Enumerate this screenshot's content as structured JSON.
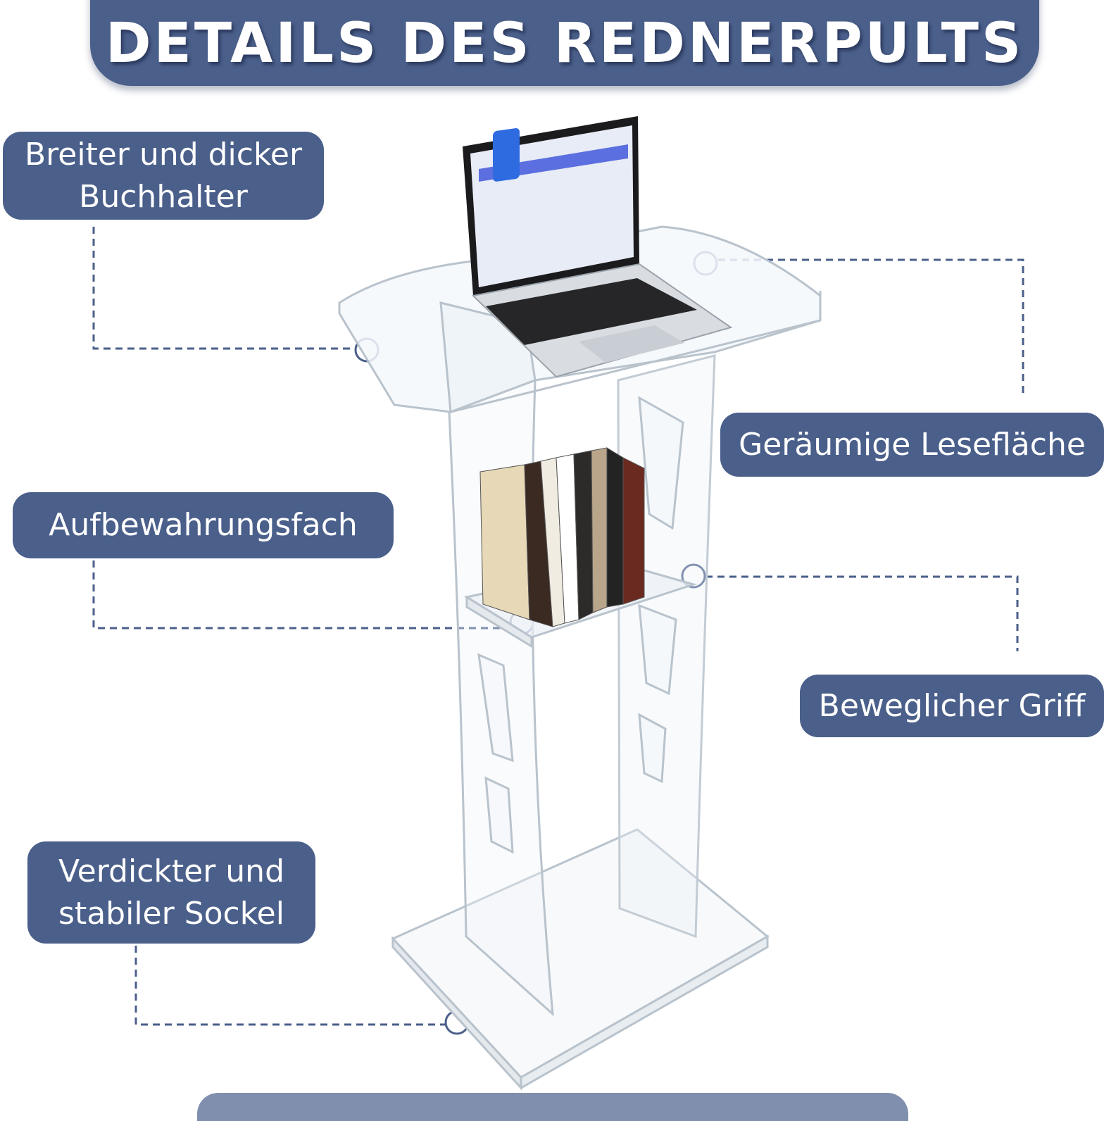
{
  "header": {
    "title": "DETAILS DES REDNERPULTS"
  },
  "labels": {
    "bookholder": [
      "Breiter und dicker",
      "Buchhalter"
    ],
    "reading_surface": "Geräumige Lesefläche",
    "storage": "Aufbewahrungsfach",
    "handle": "Beweglicher Griff",
    "base": [
      "Verdickter und",
      "stabiler Sockel"
    ]
  },
  "colors": {
    "label_bg": "#4a5f8a",
    "banner_bg": "#4a5f8a",
    "callout_line": "#4a5f8a",
    "acrylic_edge": "#b9c3cc"
  }
}
